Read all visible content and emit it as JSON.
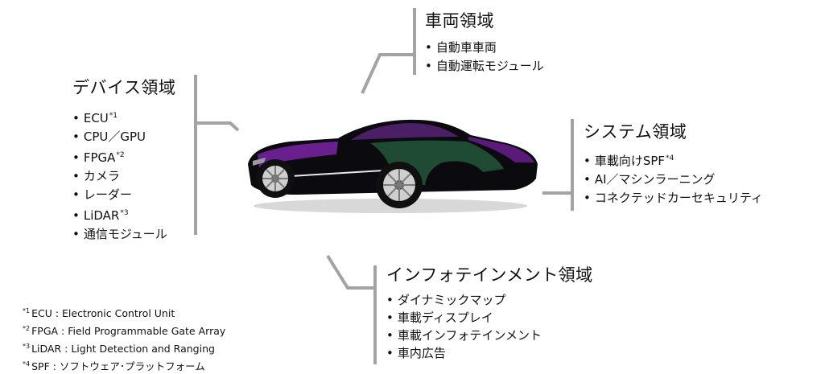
{
  "device": {
    "title": "デバイス領域",
    "items": [
      {
        "text": "ECU",
        "note": "*1"
      },
      {
        "text": "CPU／GPU",
        "note": ""
      },
      {
        "text": "FPGA",
        "note": "*2"
      },
      {
        "text": "カメラ",
        "note": ""
      },
      {
        "text": "レーダー",
        "note": ""
      },
      {
        "text": "LiDAR",
        "note": "*3"
      },
      {
        "text": "通信モジュール",
        "note": ""
      }
    ]
  },
  "vehicle": {
    "title": "車両領域",
    "items": [
      {
        "text": "自動車車両",
        "note": ""
      },
      {
        "text": "自動運転モジュール",
        "note": ""
      }
    ]
  },
  "system": {
    "title": "システム領域",
    "items": [
      {
        "text": "車載向けSPF",
        "note": "*4"
      },
      {
        "text": "AI／マシンラーニング",
        "note": ""
      },
      {
        "text": "コネクテッドカーセキュリティ",
        "note": ""
      }
    ]
  },
  "infotainment": {
    "title": "インフォテインメント領域",
    "items": [
      {
        "text": "ダイナミックマップ",
        "note": ""
      },
      {
        "text": "車載ディスプレイ",
        "note": ""
      },
      {
        "text": "車載インフォテインメント",
        "note": ""
      },
      {
        "text": "車内広告",
        "note": ""
      }
    ]
  },
  "footnotes": [
    {
      "mark": "*1",
      "text": "ECU : Electronic Control Unit"
    },
    {
      "mark": "*2",
      "text": "FPGA : Field Programmable Gate Array"
    },
    {
      "mark": "*3",
      "text": "LiDAR : Light Detection and Ranging"
    },
    {
      "mark": "*4",
      "text": "SPF : ソフトウェア･プラットフォーム"
    }
  ],
  "colors": {
    "connector_lines": "#a3a3a3",
    "car_body": "#0b0b0f",
    "car_purple": "#6a1f8f",
    "car_green": "#1f4a33"
  }
}
